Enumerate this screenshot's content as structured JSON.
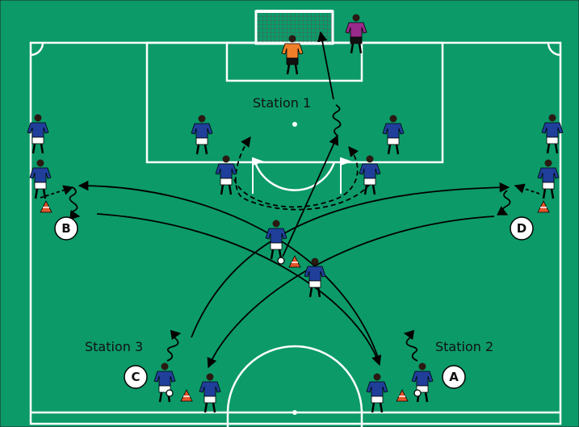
{
  "colors": {
    "pitch": "#0c9a69",
    "lines": "#ffffff",
    "arrows": "#000000",
    "kit_shirt": "#1f3f9a",
    "kit_shorts": "#ffffff",
    "goalkeeper": "#f07f2a",
    "coach": "#9a2a8c",
    "cone": "#e2552a"
  },
  "stations": {
    "s1": "Station 1",
    "s2": "Station 2",
    "s3": "Station 3"
  },
  "markers": {
    "a": "A",
    "b": "B",
    "c": "C",
    "d": "D"
  },
  "icons": [
    "player-icon",
    "goalkeeper-icon",
    "coach-icon",
    "cone-icon",
    "flag-icon",
    "ball-icon",
    "goal-icon"
  ]
}
